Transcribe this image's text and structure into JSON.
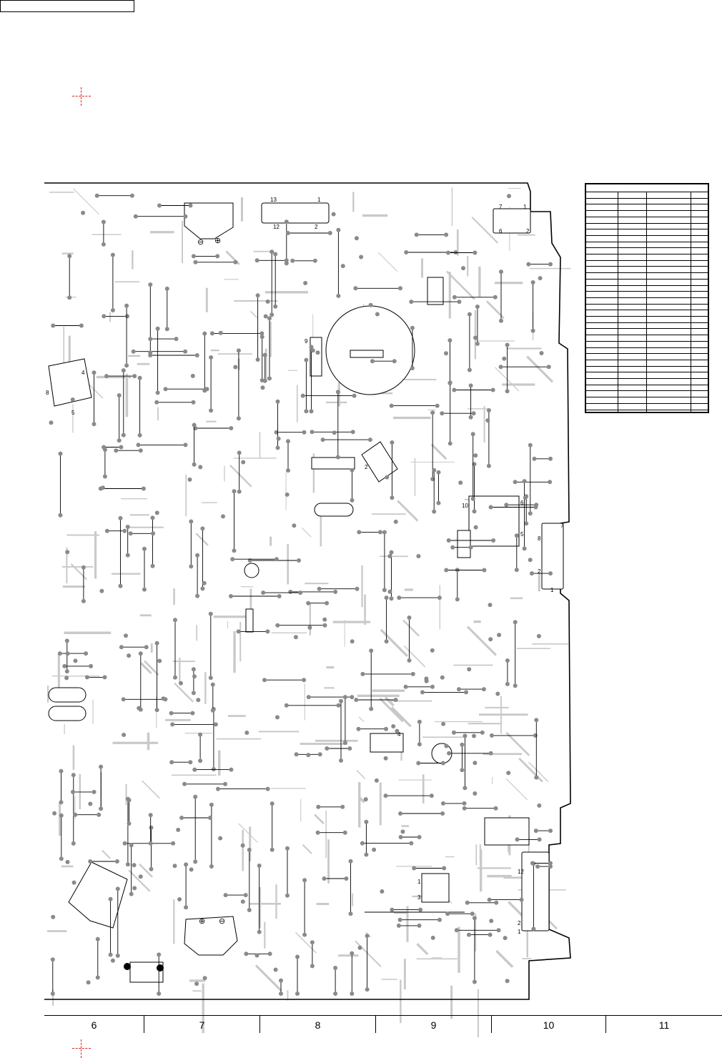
{
  "document": {
    "grid_columns": [
      "6",
      "7",
      "8",
      "9",
      "10",
      "11"
    ]
  },
  "colors": {
    "board": "#ffffff",
    "trace": "#c9c9c9",
    "pad": "#8a8a8a",
    "ink": "#000000",
    "registration_mark": "#dd2222"
  },
  "component_labels": {
    "cn_top_left_pins": [
      "13",
      "1",
      "12",
      "2"
    ],
    "cn_top_right_pins": [
      "7",
      "1",
      "6",
      "2"
    ],
    "cn_right_mid_pins": [
      "7",
      "8",
      "2",
      "1"
    ],
    "cn_bottom_right_pins": [
      "12",
      "2",
      "1"
    ],
    "ic_left_pins": [
      "8",
      "4",
      "5"
    ],
    "ic_center_pins": [
      "10",
      "6",
      "5"
    ],
    "small_part_pins": [
      "1",
      "2",
      "3",
      "4"
    ],
    "battery_holder_pins": [
      "9"
    ],
    "polarity_marks": [
      "⊕",
      "⊖"
    ]
  }
}
